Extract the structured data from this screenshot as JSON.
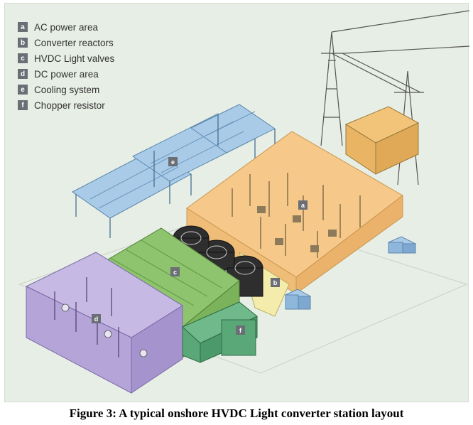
{
  "legend": [
    {
      "key": "a",
      "label": "AC power area"
    },
    {
      "key": "b",
      "label": "Converter reactors"
    },
    {
      "key": "c",
      "label": "HVDC Light valves"
    },
    {
      "key": "d",
      "label": "DC power area"
    },
    {
      "key": "e",
      "label": "Cooling system"
    },
    {
      "key": "f",
      "label": "Chopper resistor"
    }
  ],
  "tags": {
    "a": "a",
    "b": "b",
    "c": "c",
    "d": "d",
    "e": "e",
    "f": "f"
  },
  "caption": "Figure 3: A typical onshore HVDC Light converter station layout",
  "colors": {
    "ac_area": "#f6c98a",
    "reactor_area": "#f4ecaa",
    "valves": "#8fc46e",
    "dc_area": "#b4a4d8",
    "cooling": "#a9cbe8",
    "chopper": "#5aa878",
    "tag_bg": "#6b6f75"
  }
}
